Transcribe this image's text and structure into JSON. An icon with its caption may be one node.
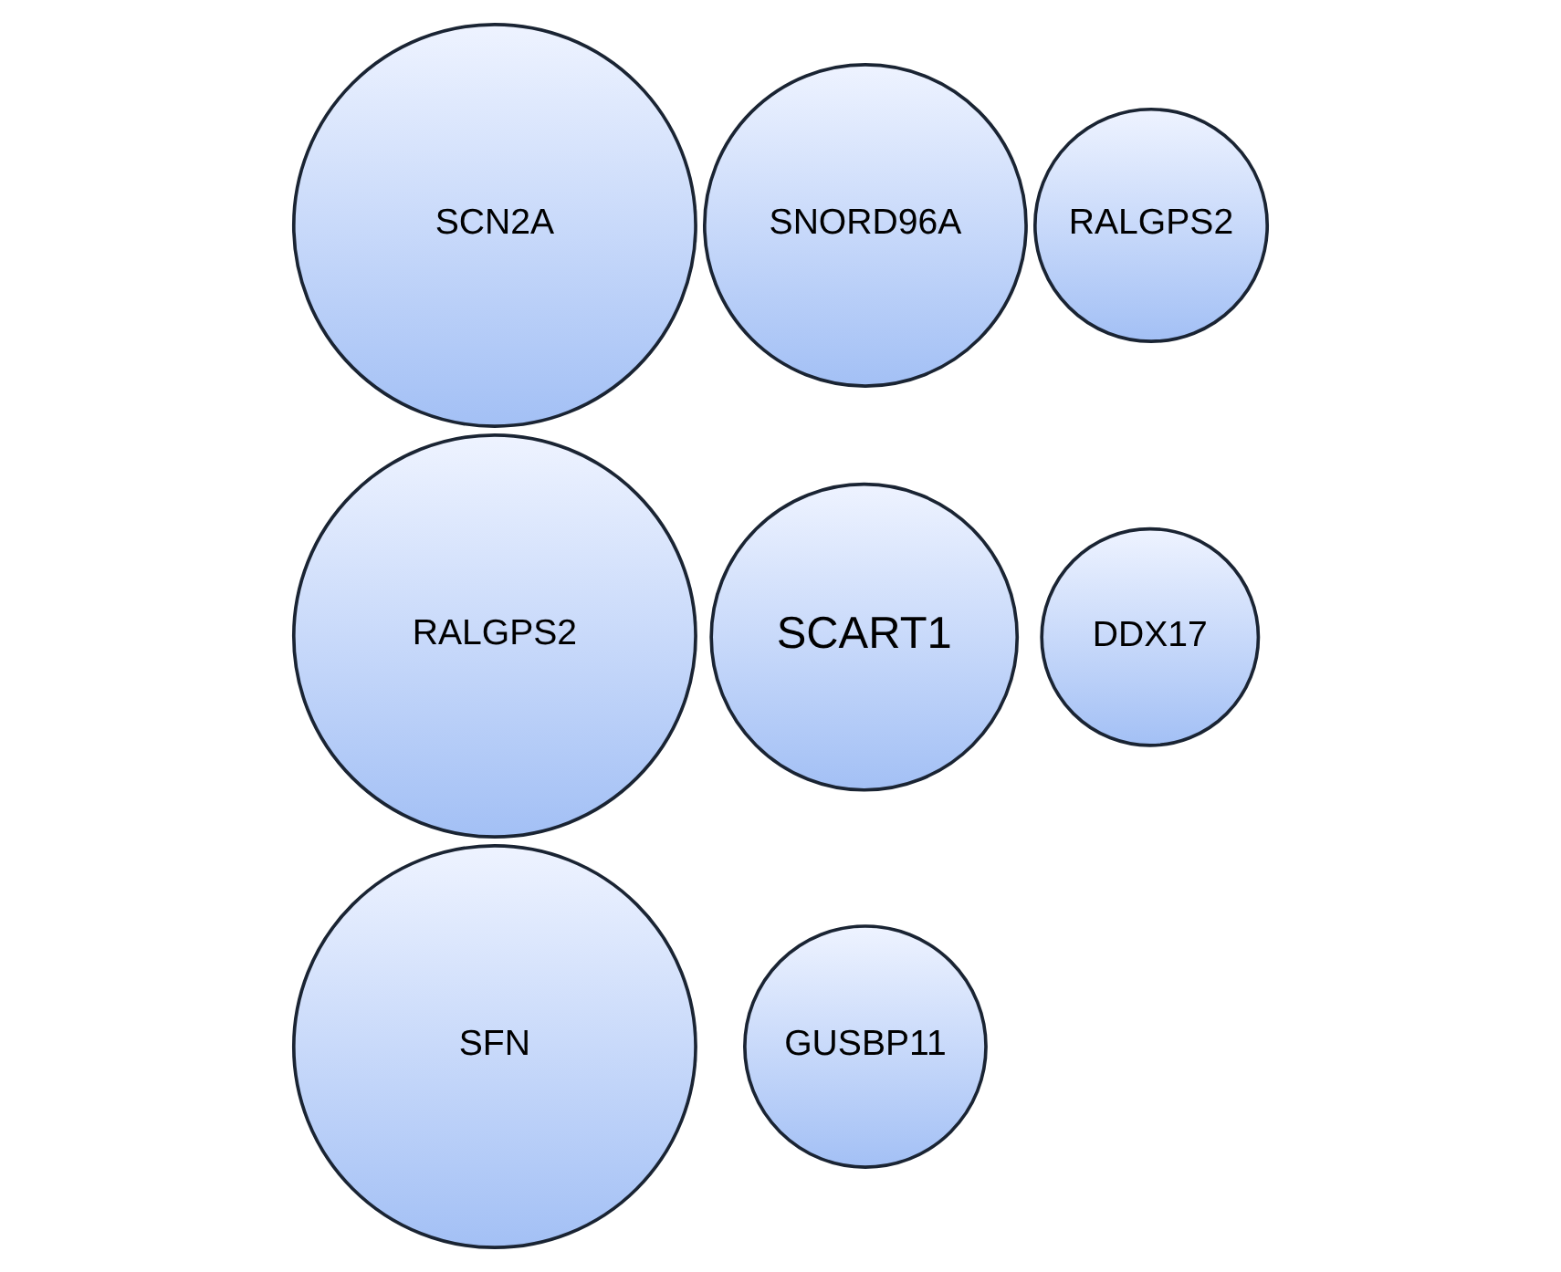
{
  "diagram": {
    "nodes": [
      {
        "text": [
          "GUSBP11"
        ]
      },
      {
        "text": [
          "RALGPS2"
        ]
      },
      {
        "text": [
          "SCART1"
        ]
      },
      {
        "text": [
          "SCN2A"
        ]
      },
      {
        "text": [
          "SNORD96A"
        ]
      },
      {
        "text": [
          "DDX17"
        ]
      },
      {
        "text": [
          "RALGPS2"
        ]
      },
      {
        "text": [
          "SFN"
        ]
      }
    ]
  }
}
